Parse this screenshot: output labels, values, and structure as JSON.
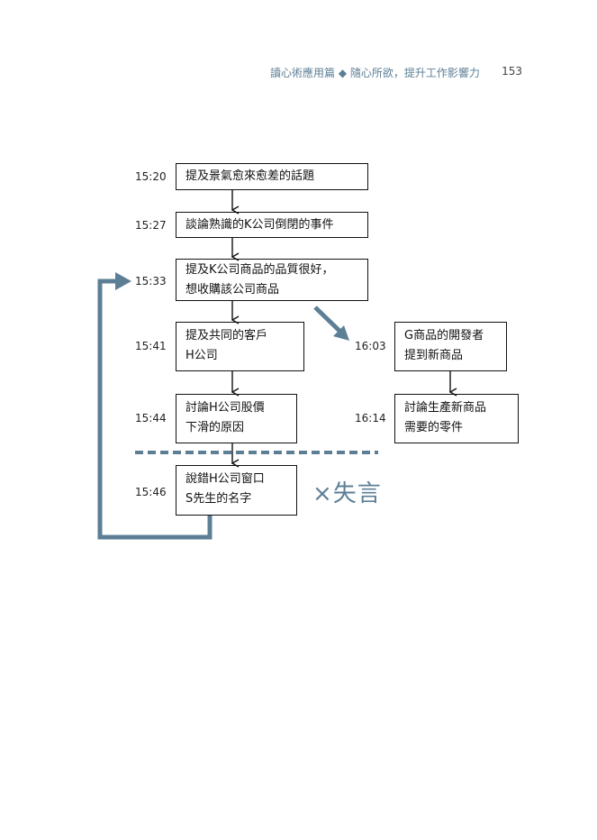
{
  "header": {
    "title": "讀心術應用篇 ◆ 隨心所欲，提升工作影響力",
    "page_number": "153"
  },
  "timeline_left": [
    {
      "time": "15:20",
      "lines": [
        "提及景氣愈來愈差的話題"
      ]
    },
    {
      "time": "15:27",
      "lines": [
        "談論熟識的K公司倒閉的事件"
      ]
    },
    {
      "time": "15:33",
      "lines": [
        "提及K公司商品的品質很好，",
        "想收購該公司商品"
      ]
    },
    {
      "time": "15:41",
      "lines": [
        "提及共同的客戶",
        "H公司"
      ]
    },
    {
      "time": "15:44",
      "lines": [
        "討論H公司股價",
        "下滑的原因"
      ]
    },
    {
      "time": "15:46",
      "lines": [
        "說錯H公司窗口",
        "S先生的名字"
      ]
    }
  ],
  "timeline_right": [
    {
      "time": "16:03",
      "lines": [
        "G商品的開發者",
        "提到新商品"
      ]
    },
    {
      "time": "16:14",
      "lines": [
        "討論生產新商品",
        "需要的零件"
      ]
    }
  ],
  "mistake_label": "×失言",
  "colors": {
    "accent": "#5d7f96",
    "text": "#111111"
  }
}
